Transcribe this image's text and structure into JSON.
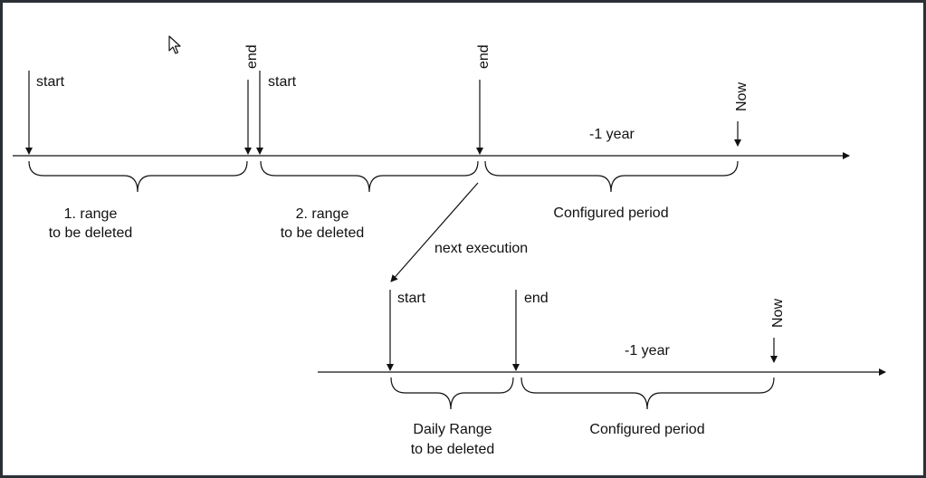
{
  "colors": {
    "frame": "#2b2f36",
    "background": "#ffffff",
    "ink": "#111111"
  },
  "timeline_top": {
    "labels": {
      "start_1": "start",
      "end_1": "end",
      "start_2": "start",
      "end_2": "end",
      "now": "Now",
      "minus_year": "-1 year"
    },
    "ranges": {
      "range_1_line1": "1. range",
      "range_1_line2": "to be deleted",
      "range_2_line1": "2. range",
      "range_2_line2": "to be deleted",
      "configured": "Configured period"
    }
  },
  "transition": {
    "label": "next execution"
  },
  "timeline_bottom": {
    "labels": {
      "start": "start",
      "end": "end",
      "now": "Now",
      "minus_year": "-1 year"
    },
    "ranges": {
      "daily_line1": "Daily Range",
      "daily_line2": "to be deleted",
      "configured": "Configured period"
    }
  },
  "icons": {
    "cursor": "mouse-pointer-icon"
  }
}
